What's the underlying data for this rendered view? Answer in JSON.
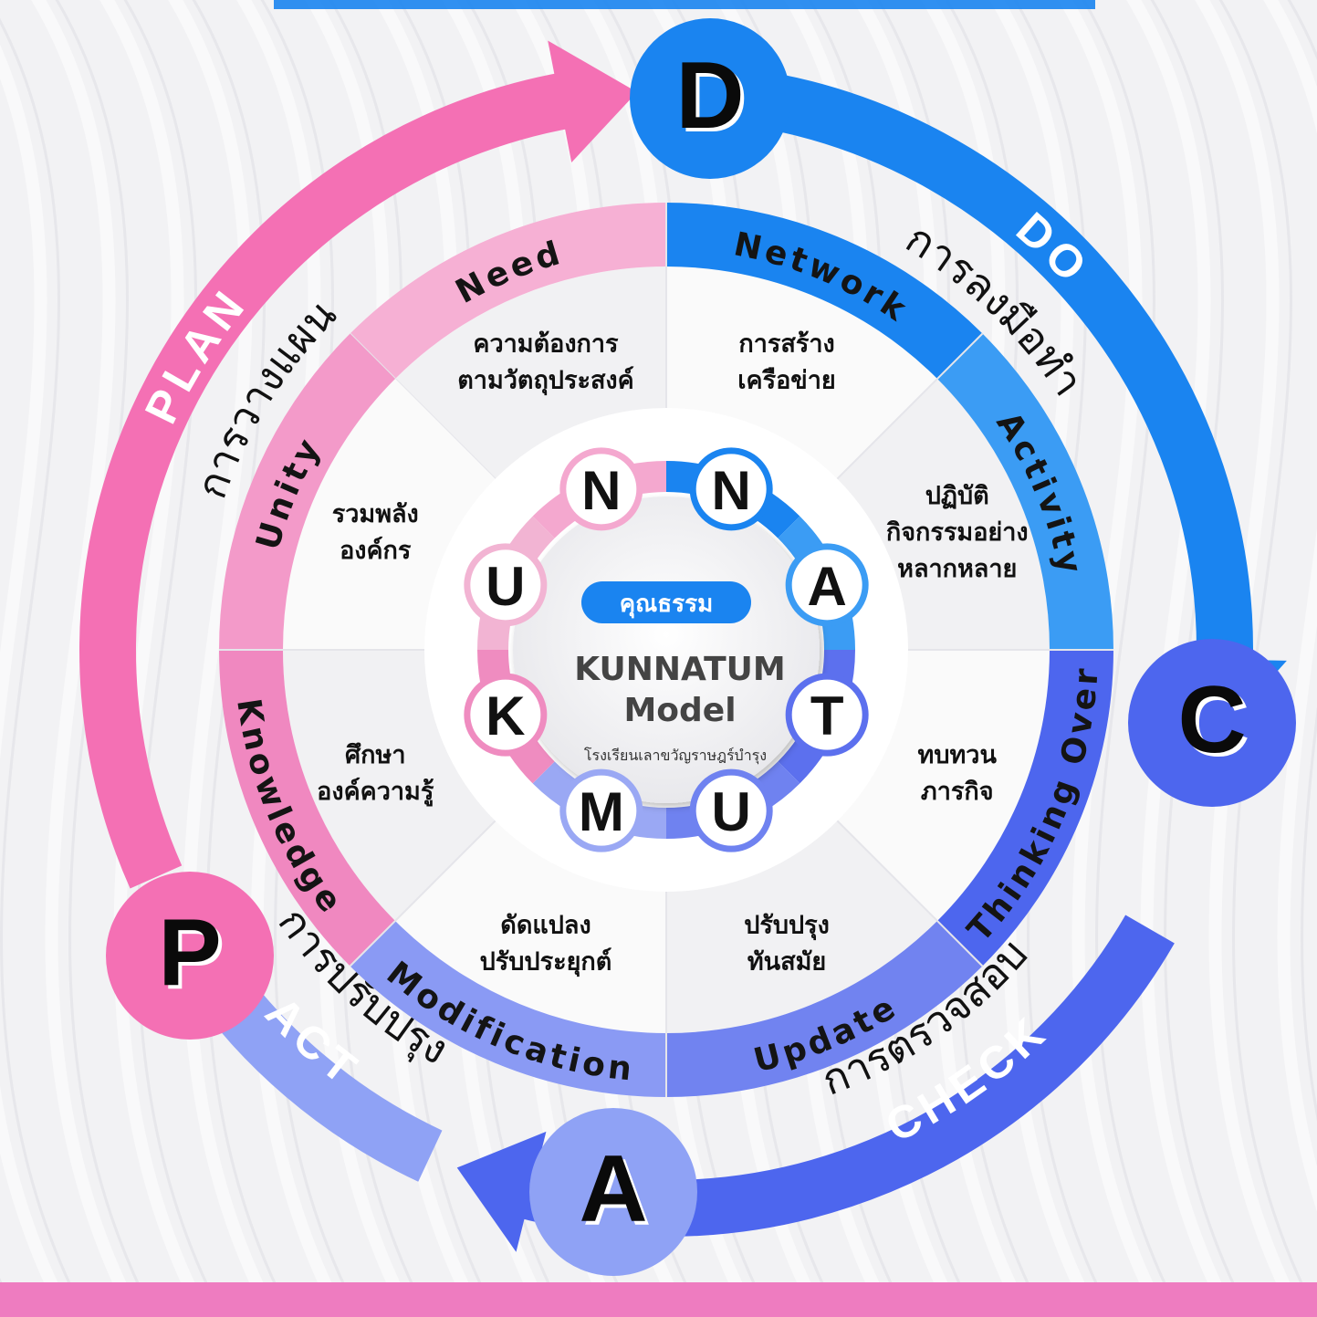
{
  "header": {
    "partial_title": ""
  },
  "pdca": [
    {
      "letter": "D",
      "word": "DO",
      "thai": "การลงมือทำ",
      "color": "#1a84f0"
    },
    {
      "letter": "C",
      "word": "CHECK",
      "thai": "การตรวจสอบ",
      "color": "#4d66ee"
    },
    {
      "letter": "A",
      "word": "ACT",
      "thai": "การปรับปรุง",
      "color": "#8fa2f5"
    },
    {
      "letter": "P",
      "word": "PLAN",
      "thai": "การวางแผน",
      "color": "#f470b4"
    }
  ],
  "segments": [
    {
      "key": "Need",
      "thai_lines": [
        "ความต้องการ",
        "ตามวัตถุประสงค์"
      ],
      "letter": "N"
    },
    {
      "key": "Network",
      "thai_lines": [
        "การสร้าง",
        "เครือข่าย"
      ],
      "letter": "N"
    },
    {
      "key": "Activity",
      "thai_lines": [
        "ปฏิบัติ",
        "กิจกรรมอย่าง",
        "หลากหลาย"
      ],
      "letter": "A"
    },
    {
      "key": "Thinking Over",
      "thai_lines": [
        "ทบทวน",
        "ภารกิจ"
      ],
      "letter": "T"
    },
    {
      "key": "Update",
      "thai_lines": [
        "ปรับปรุง",
        "ทันสมัย"
      ],
      "letter": "U"
    },
    {
      "key": "Modification",
      "thai_lines": [
        "ดัดแปลง",
        "ปรับประยุกต์"
      ],
      "letter": "M"
    },
    {
      "key": "Knowledge",
      "thai_lines": [
        "ศึกษา",
        "องค์ความรู้"
      ],
      "letter": "K"
    },
    {
      "key": "Unity",
      "thai_lines": [
        "รวมพลัง",
        "องค์กร"
      ],
      "letter": "U"
    }
  ],
  "center": {
    "badge": "คุณธรรม",
    "title": "KUNNATUM",
    "subtitle": "Model",
    "school": "โรงเรียนเลาขวัญราษฎร์บำรุง"
  },
  "footer": {
    "partial_text": ""
  },
  "colors": {
    "pink": "#f470b4",
    "pink_light": "#f6b0d4",
    "blue": "#1a84f0",
    "blue_light": "#3b9cf4",
    "indigo": "#4d66ee",
    "periwinkle": "#8fa2f5",
    "footer": "#ee7cc0"
  }
}
